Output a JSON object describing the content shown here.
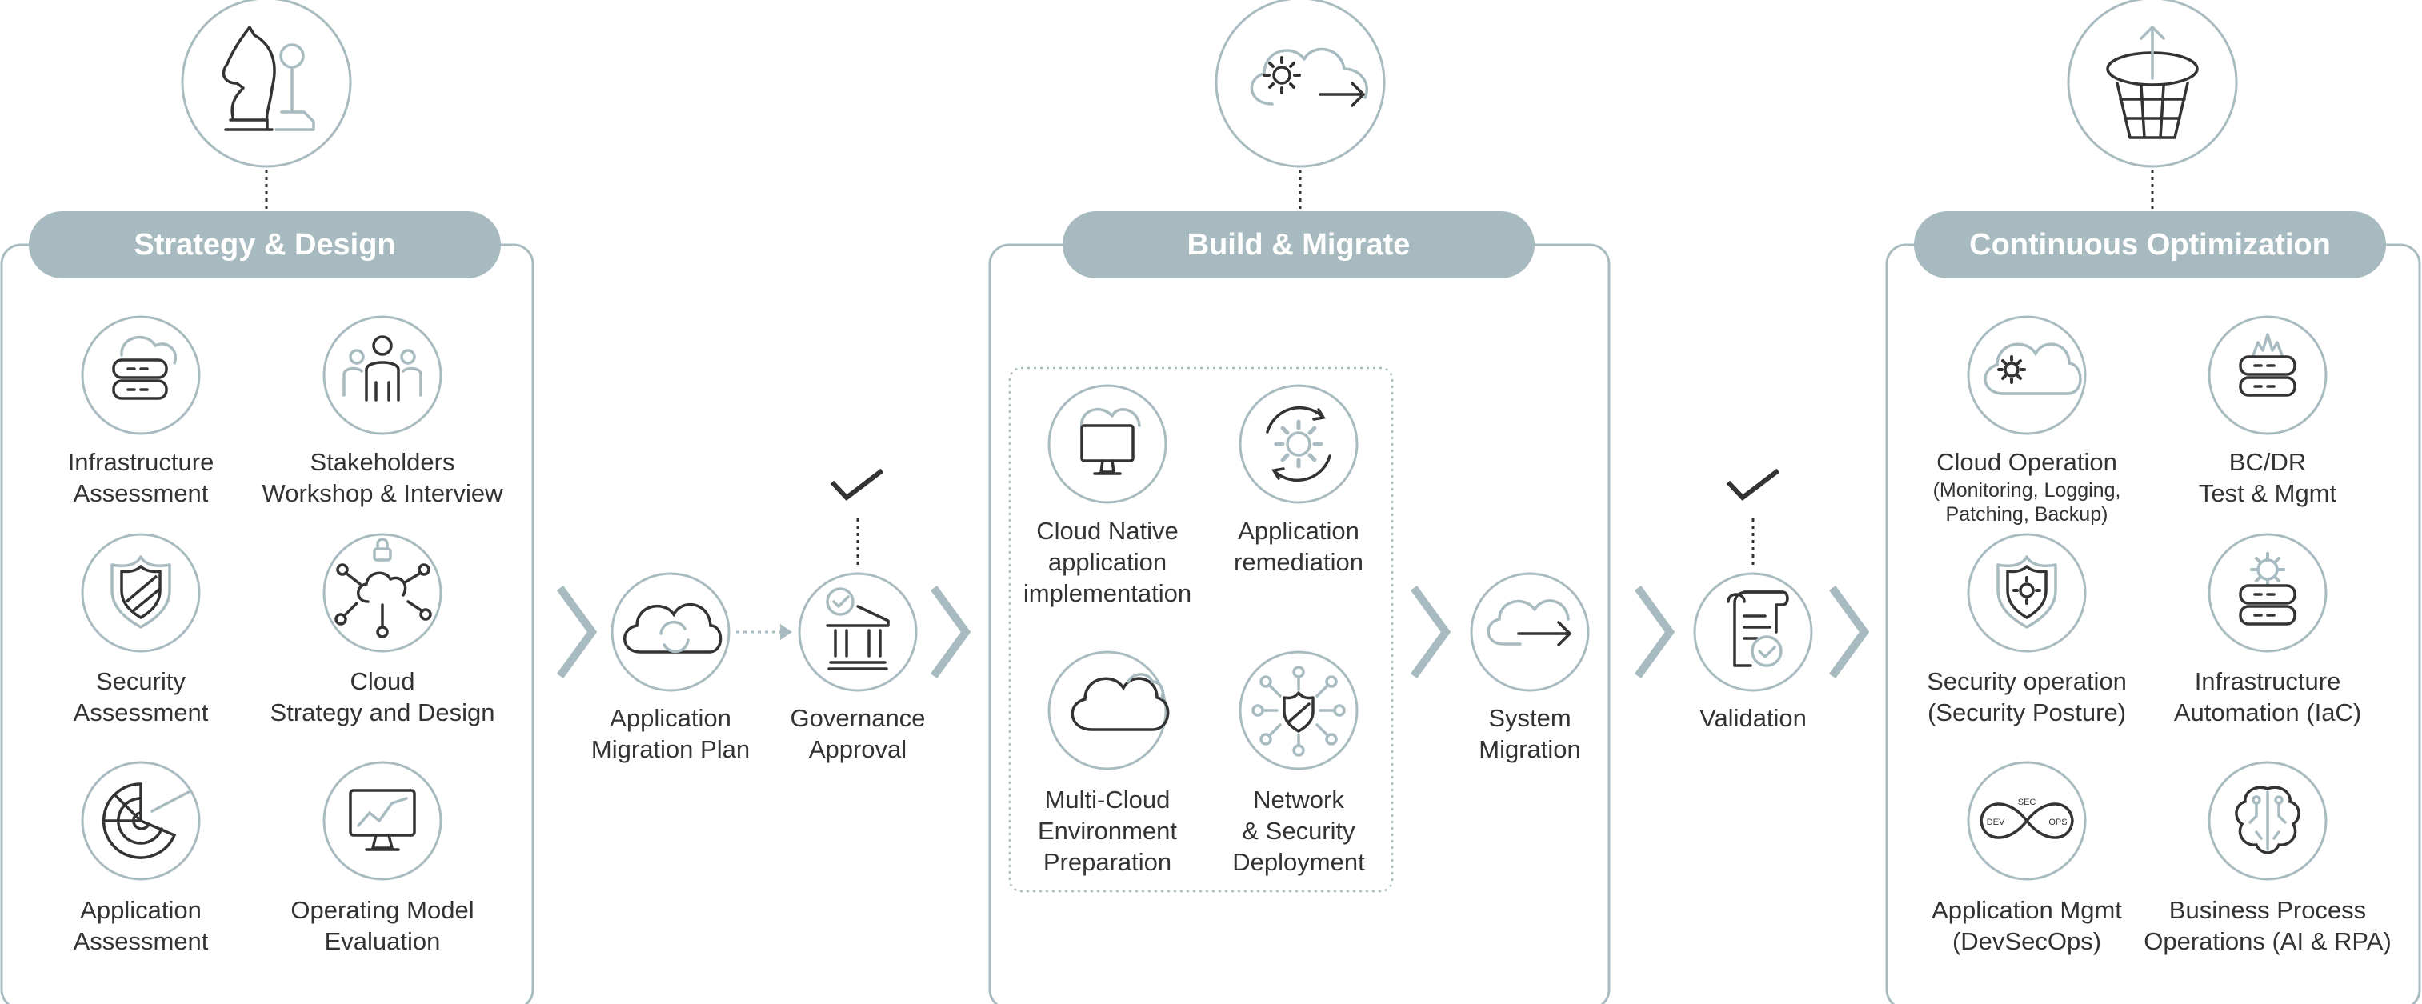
{
  "phases": {
    "strategy": {
      "title": "Strategy & Design",
      "items": [
        {
          "line1": "Infrastructure",
          "line2": "Assessment"
        },
        {
          "line1": "Stakeholders",
          "line2": "Workshop & Interview"
        },
        {
          "line1": "Security",
          "line2": "Assessment"
        },
        {
          "line1": "Cloud",
          "line2": "Strategy and Design"
        },
        {
          "line1": "Application",
          "line2": "Assessment"
        },
        {
          "line1": "Operating Model",
          "line2": "Evaluation"
        }
      ]
    },
    "build": {
      "title": "Build & Migrate",
      "items": [
        {
          "line1": "Cloud Native",
          "line2": "application",
          "line3": "implementation"
        },
        {
          "line1": "Application",
          "line2": "remediation"
        },
        {
          "line1": "Multi-Cloud",
          "line2": "Environment",
          "line3": "Preparation"
        },
        {
          "line1": "Network",
          "line2": "& Security",
          "line3": "Deployment"
        }
      ]
    },
    "optimization": {
      "title": "Continuous Optimization",
      "items": [
        {
          "line1": "Cloud Operation",
          "line2": "(Monitoring, Logging,",
          "line3": "Patching, Backup)"
        },
        {
          "line1": "BC/DR",
          "line2": "Test & Mgmt"
        },
        {
          "line1": "Security operation",
          "line2": "(Security Posture)"
        },
        {
          "line1": "Infrastructure",
          "line2": "Automation (IaC)"
        },
        {
          "line1": "Application Mgmt",
          "line2": "(DevSecOps)"
        },
        {
          "line1": "Business Process",
          "line2": "Operations (AI & RPA)"
        }
      ]
    }
  },
  "steps": {
    "migration_plan": {
      "line1": "Application",
      "line2": "Migration Plan"
    },
    "governance": {
      "line1": "Governance",
      "line2": "Approval"
    },
    "system_migration": {
      "line1": "System",
      "line2": "Migration"
    },
    "validation": {
      "line1": "Validation"
    }
  },
  "devsecops_icon": {
    "dev": "DEV",
    "sec": "SEC",
    "ops": "OPS"
  },
  "colors": {
    "accent": "#a7babf",
    "stroke": "#9fb2b8",
    "icon": "#333333",
    "light": "#b9c8cc"
  }
}
